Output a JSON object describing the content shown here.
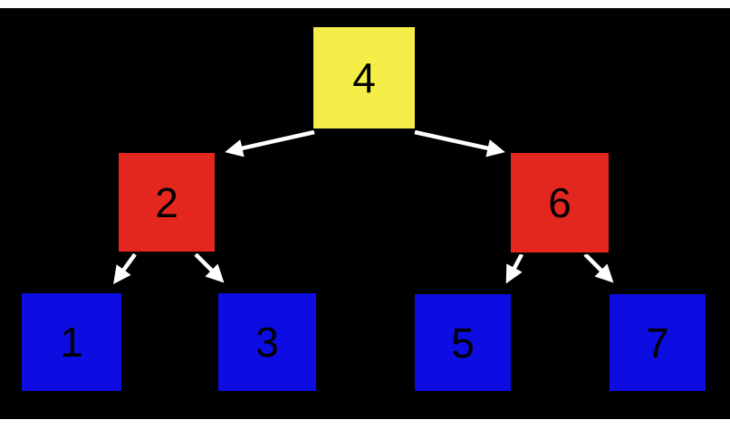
{
  "figure": {
    "title": "binary-tree-diagram",
    "page_background": "#ffffff",
    "background": "#000000",
    "arrow_color": "#ffffff",
    "node_border_color": "#000000",
    "node_text_color": "#000000"
  },
  "tree": {
    "type": "binary-tree",
    "nodes": [
      {
        "label": "4",
        "level": 0,
        "color": "#f5ee48"
      },
      {
        "label": "2",
        "level": 1,
        "color": "#e3271e"
      },
      {
        "label": "6",
        "level": 1,
        "color": "#e3271e"
      },
      {
        "label": "1",
        "level": 2,
        "color": "#0d0de2"
      },
      {
        "label": "3",
        "level": 2,
        "color": "#0d0de2"
      },
      {
        "label": "5",
        "level": 2,
        "color": "#0d0de2"
      },
      {
        "label": "7",
        "level": 2,
        "color": "#0d0de2"
      }
    ],
    "edges": [
      {
        "from": "4",
        "to": "2"
      },
      {
        "from": "4",
        "to": "6"
      },
      {
        "from": "2",
        "to": "1"
      },
      {
        "from": "2",
        "to": "3"
      },
      {
        "from": "6",
        "to": "5"
      },
      {
        "from": "6",
        "to": "7"
      }
    ]
  }
}
